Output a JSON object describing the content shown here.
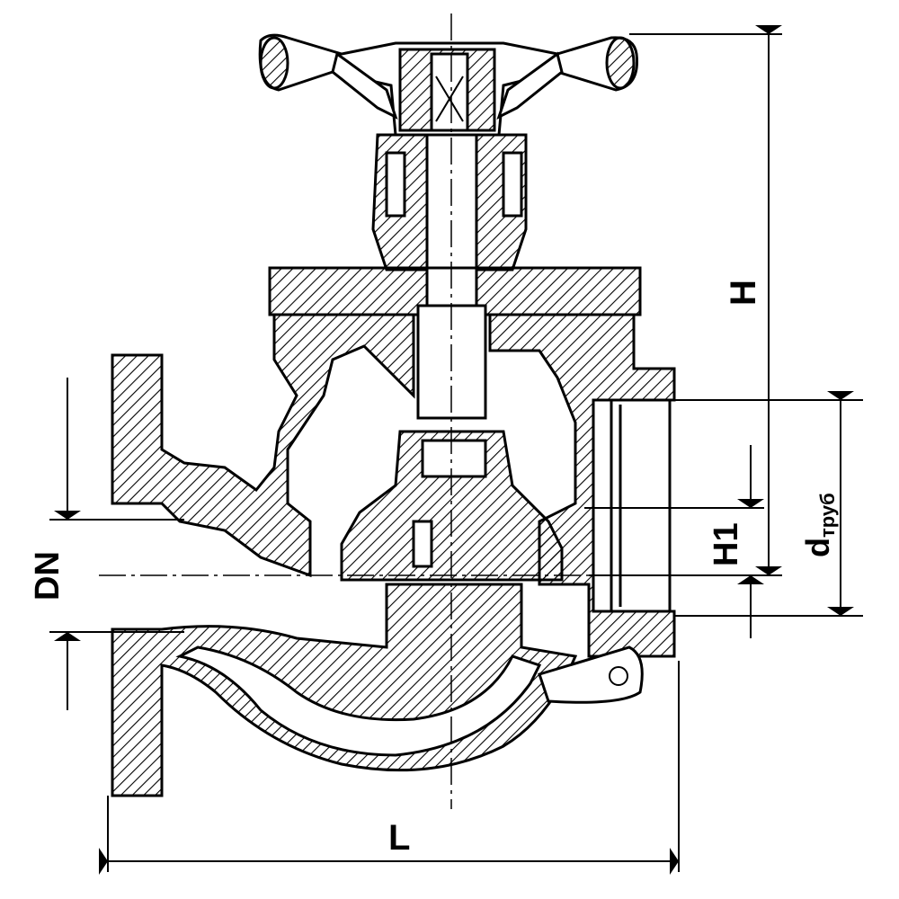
{
  "diagram": {
    "subject": "globe-valve-section",
    "labels": {
      "height": "H",
      "height_seat": "H1",
      "nominal_diameter": "DN",
      "pipe_diameter": "d",
      "pipe_diameter_subscript": "труб",
      "length": "L"
    },
    "colors": {
      "line": "#000000",
      "background": "#ffffff"
    }
  }
}
